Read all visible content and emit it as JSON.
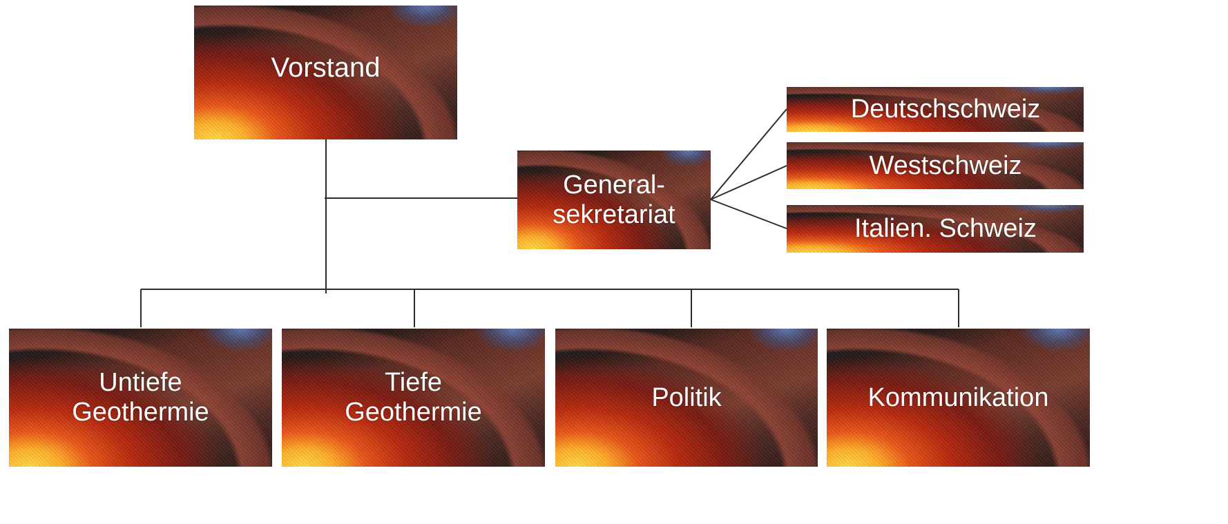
{
  "diagram": {
    "top": {
      "label": "Vorstand"
    },
    "staff": {
      "label": "General-\nsekretariat"
    },
    "regions": [
      {
        "label": "Deutschschweiz"
      },
      {
        "label": "Westschweiz"
      },
      {
        "label": "Italien. Schweiz"
      }
    ],
    "departments": [
      {
        "label": "Untiefe\nGeothermie"
      },
      {
        "label": "Tiefe\nGeothermie"
      },
      {
        "label": "Politik"
      },
      {
        "label": "Kommunikation"
      }
    ],
    "colors": {
      "connector": "#2b2b2b",
      "label_text": "#ffffff",
      "box_core_yellow": "#ffd84a",
      "box_core_red": "#b82a10",
      "box_mantle": "#6b3428",
      "box_space_blue": "#3c558c"
    }
  }
}
